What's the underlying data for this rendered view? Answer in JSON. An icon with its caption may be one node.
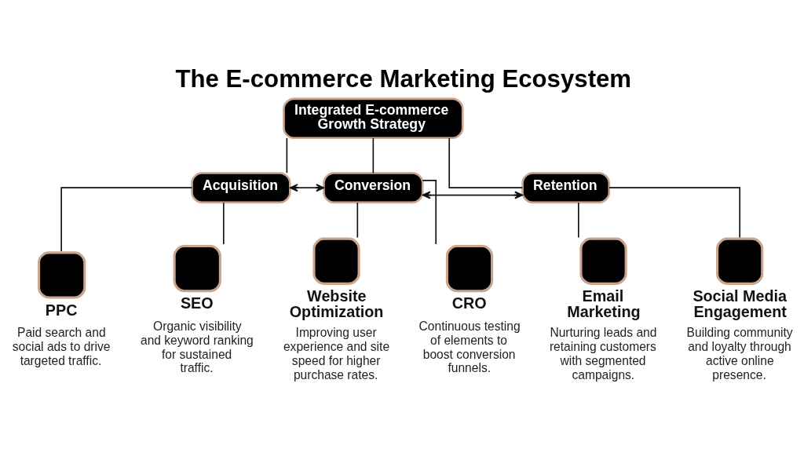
{
  "diagram": {
    "title": "The E-commerce Marketing Ecosystem",
    "nodes": [
      {
        "text": [
          "Integrated E-commerce Growth Strategy"
        ]
      },
      {
        "text": [
          "Acquisition"
        ]
      },
      {
        "text": [
          "Conversion"
        ]
      },
      {
        "text": [
          "Retention"
        ]
      },
      {
        "text": [
          "PPC",
          "Paid search and social ads to drive targeted traffic."
        ]
      },
      {
        "text": [
          "SEO",
          "Organic visibility and keyword ranking for sustained traffic."
        ]
      },
      {
        "text": [
          "Website Optimization",
          "Improving user experience and site speed for higher purchase rates."
        ]
      },
      {
        "text": [
          "CRO",
          "Continuous testing of elements to boost conversion funnels."
        ]
      },
      {
        "text": [
          "Email Marketing",
          "Nurturing leads and retaining customers with segmented campaigns."
        ]
      },
      {
        "text": [
          "Social Media Engagement",
          "Building community and loyalty through active online presence."
        ]
      }
    ],
    "edges": [
      {
        "from": 0,
        "to": 1,
        "arrow": "none"
      },
      {
        "from": 0,
        "to": 2,
        "arrow": "none"
      },
      {
        "from": 0,
        "to": 3,
        "arrow": "none"
      },
      {
        "from": 1,
        "to": 2,
        "arrow": "both"
      },
      {
        "from": 2,
        "to": 3,
        "arrow": "both"
      },
      {
        "from": 1,
        "to": 4,
        "arrow": "none"
      },
      {
        "from": 1,
        "to": 5,
        "arrow": "none"
      },
      {
        "from": 2,
        "to": 6,
        "arrow": "none"
      },
      {
        "from": 2,
        "to": 7,
        "arrow": "none"
      },
      {
        "from": 3,
        "to": 8,
        "arrow": "none"
      },
      {
        "from": 3,
        "to": 9,
        "arrow": "none"
      }
    ]
  }
}
